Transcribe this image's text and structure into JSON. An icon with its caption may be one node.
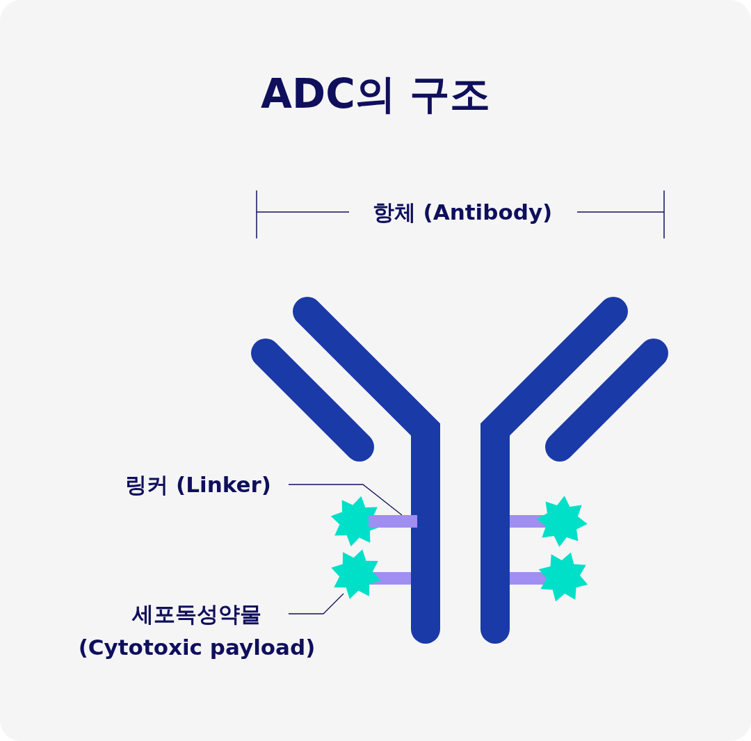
{
  "diagram": {
    "title": "ADC의 구조",
    "nodes": [
      {
        "text": [
          "링커 (Linker)"
        ]
      },
      {
        "text": [],
        "shape": "bar"
      },
      {
        "text": [
          "세포독성약물 (Cytotoxic payload)"
        ]
      },
      {
        "text": [],
        "shape": "star"
      }
    ],
    "edges": [
      {
        "from": 0,
        "to": 1,
        "arrow": "none"
      },
      {
        "from": 2,
        "to": 3,
        "arrow": "none"
      }
    ],
    "labels": [
      "항체 (Antibody)"
    ]
  }
}
